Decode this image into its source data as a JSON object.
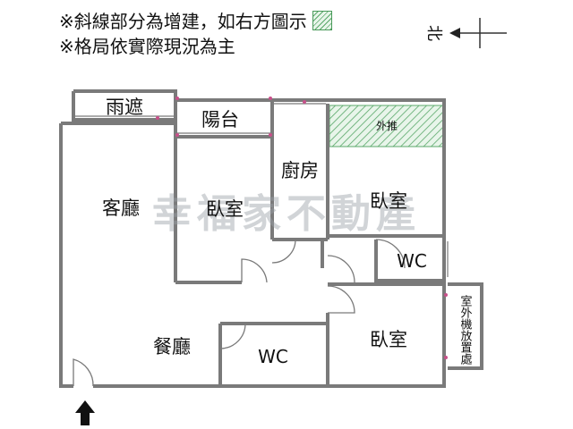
{
  "notes": {
    "line1": "※斜線部分為增建，如右方圖示",
    "line2": "※格局依實際現況為主"
  },
  "compass": {
    "north_label": "北"
  },
  "watermark": "幸福家不動產",
  "rooms": {
    "canopy": "雨遮",
    "balcony": "陽台",
    "living_room": "客廳",
    "bedroom_center": "臥室",
    "kitchen": "廚房",
    "bedroom_top_right": "臥室",
    "extension": "外推",
    "wc_right": "WC",
    "dining_room": "餐廳",
    "wc_bottom": "WC",
    "bedroom_bottom_right": "臥室",
    "outdoor_unit": "室外機放置處"
  },
  "colors": {
    "wall": "#7a7a7a",
    "hatch": "#5aa86a",
    "hatch_bg": "#e8f5ea",
    "watermark": "#9aa0a6",
    "accent": "#c8508a"
  }
}
